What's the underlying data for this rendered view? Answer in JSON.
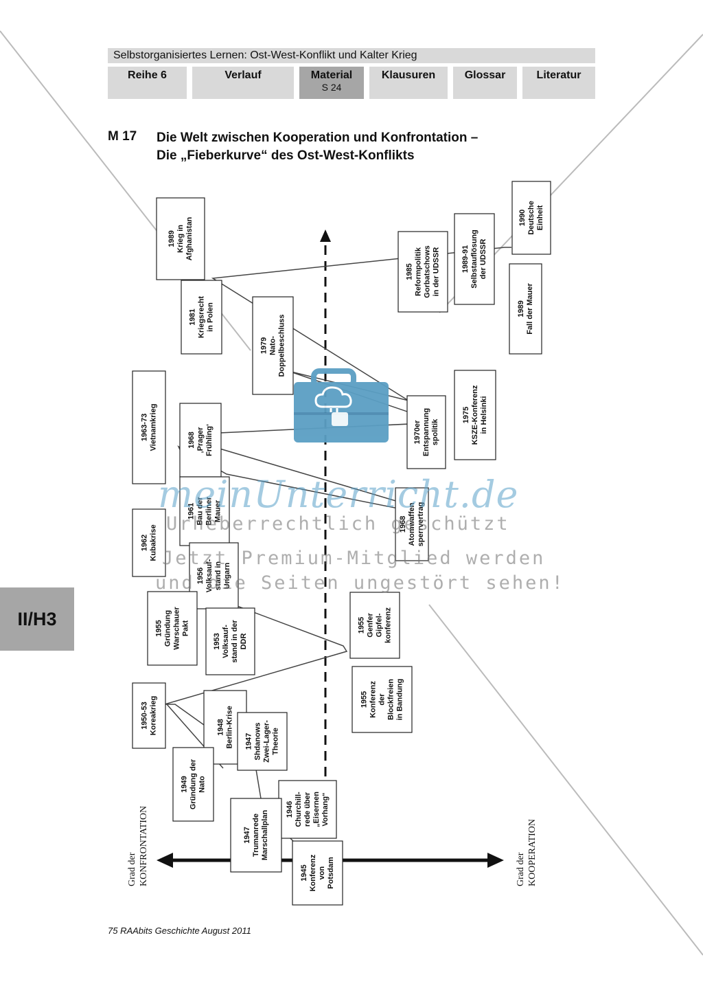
{
  "header": {
    "title": "Selbstorganisiertes Lernen: Ost-West-Konflikt und Kalter Krieg"
  },
  "nav": {
    "tabs": [
      {
        "label": "Reihe 6",
        "sub": ""
      },
      {
        "label": "Verlauf",
        "sub": ""
      },
      {
        "label": "Material",
        "sub": "S 24"
      },
      {
        "label": "Klausuren",
        "sub": ""
      },
      {
        "label": "Glossar",
        "sub": ""
      },
      {
        "label": "Literatur",
        "sub": ""
      }
    ],
    "active_tab": "Material"
  },
  "material": {
    "label": "M 17",
    "title_line1": "Die Welt zwischen Kooperation und Konfrontation –",
    "title_line2": "Die „Fieberkurve“ des Ost-West-Konflikts"
  },
  "side_tab": "II/H3",
  "footer": "75 RAAbits Geschichte August 2011",
  "axis": {
    "left_line1": "Grad der",
    "left_line2": "KONFRONTATION",
    "right_line1": "Grad der",
    "right_line2": "KOOPERATION"
  },
  "events": [
    {
      "id": "1989-afghanistan",
      "lines": [
        "1989",
        "Krieg in",
        "Afghanistan"
      ]
    },
    {
      "id": "1981-polen",
      "lines": [
        "1981",
        "Kriegsrecht",
        "in Polen"
      ]
    },
    {
      "id": "1979-nato",
      "lines": [
        "1979",
        "Nato-",
        "Doppelbeschluss"
      ]
    },
    {
      "id": "1985-reform",
      "lines": [
        "1985",
        "Reformpolitik",
        "Gorbatschows",
        "in der UDSSR"
      ]
    },
    {
      "id": "1989-91-udssr",
      "lines": [
        "1989-91",
        "Selbstauflösung",
        "der UDSSR"
      ]
    },
    {
      "id": "1990-einheit",
      "lines": [
        "1990",
        "Deutsche",
        "Einheit"
      ]
    },
    {
      "id": "1989-mauer",
      "lines": [
        "1989",
        "Fall der Mauer"
      ]
    },
    {
      "id": "1963-73-vietnam",
      "lines": [
        "1963-73",
        "Vietnamkrieg"
      ]
    },
    {
      "id": "1968-prag",
      "lines": [
        "1968",
        "‚Prager",
        "Frühling‘"
      ]
    },
    {
      "id": "1970er-entspannung",
      "lines": [
        "1970er",
        "Entspannung",
        "spolitik"
      ]
    },
    {
      "id": "1975-ksze",
      "lines": [
        "1975",
        "KSZE-Konferenz",
        "in Helsinki"
      ]
    },
    {
      "id": "1961-mauer",
      "lines": [
        "1961",
        "Bau der",
        "Berliner",
        "Mauer"
      ]
    },
    {
      "id": "1968-atom",
      "lines": [
        "1968",
        "Atomwaffen",
        "sperrvertrag"
      ]
    },
    {
      "id": "1962-kuba",
      "lines": [
        "1962",
        "Kubakrise"
      ]
    },
    {
      "id": "1956-ungarn",
      "lines": [
        "1956",
        "Volksauf-",
        "stand in",
        "Ungarn"
      ]
    },
    {
      "id": "1955-warschau",
      "lines": [
        "1955",
        "Gründung",
        "Warschauer",
        "Pakt"
      ]
    },
    {
      "id": "1953-ddr",
      "lines": [
        "1953",
        "Volksauf-",
        "stand in der",
        "DDR"
      ]
    },
    {
      "id": "1955-genf",
      "lines": [
        "1955",
        "Genfer",
        "Gipfel-",
        "konferenz"
      ]
    },
    {
      "id": "1955-bandung",
      "lines": [
        "1955",
        "Konferenz",
        "der",
        "Blockfreien",
        "in Bandung"
      ]
    },
    {
      "id": "1950-53-korea",
      "lines": [
        "1950-53",
        "Koreakrieg"
      ]
    },
    {
      "id": "1948-berlin",
      "lines": [
        "1948",
        "Berlin-Krise"
      ]
    },
    {
      "id": "1947-shdanow",
      "lines": [
        "1947",
        "Shdanows",
        "Zwei-Lager-",
        "Theorie"
      ]
    },
    {
      "id": "1949-nato",
      "lines": [
        "1949",
        "Gründung der",
        "Nato"
      ]
    },
    {
      "id": "1946-churchill",
      "lines": [
        "1946",
        "Churchill-",
        "rede über",
        "„Eisernen",
        "Vorhang“"
      ]
    },
    {
      "id": "1947-truman",
      "lines": [
        "1947",
        "Trumanrede",
        "Marschallplan"
      ]
    },
    {
      "id": "1945-potsdam",
      "lines": [
        "1945",
        "Konferenz",
        "von",
        "Potsdam"
      ]
    }
  ],
  "watermark": {
    "brand": "meinUnterricht.de",
    "line1": "Urheberrechtlich geschützt",
    "line2": "Jetzt Premium-Mitglied werden",
    "line3": "und die Seiten ungestört sehen!"
  },
  "colors": {
    "tab": "#d9d9d9",
    "tab_active": "#a6a6a6",
    "watermark_icon": "#5b9fc4"
  }
}
